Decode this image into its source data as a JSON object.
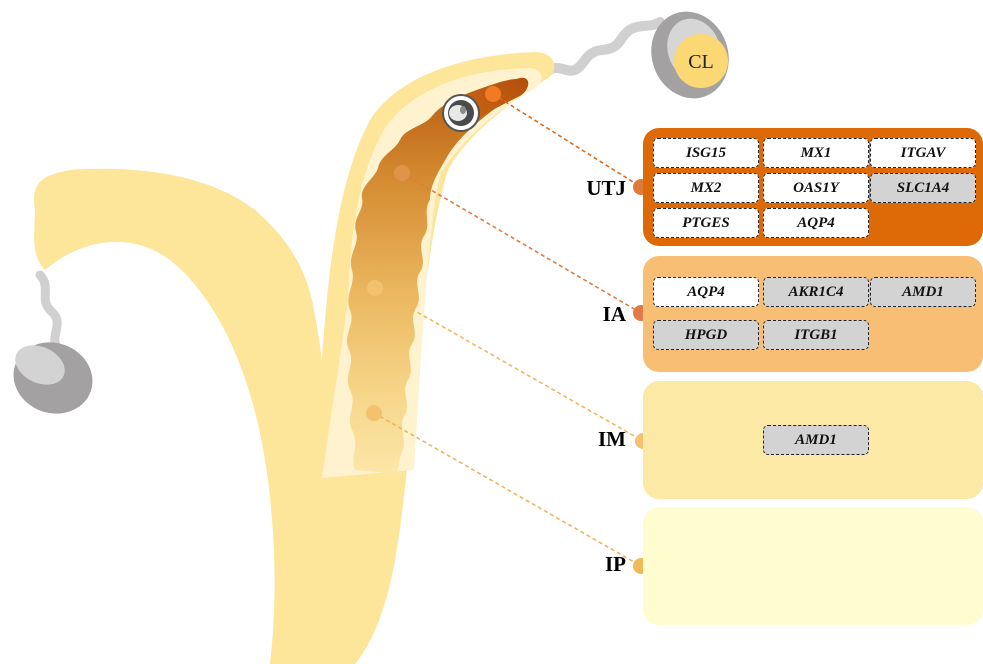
{
  "corpus_luteum_label": "CL",
  "regions": [
    {
      "id": "utj",
      "label": "UTJ",
      "color": "#DD6A06",
      "genes": [
        {
          "name": "ISG15",
          "regulation": "up"
        },
        {
          "name": "MX1",
          "regulation": "up"
        },
        {
          "name": "ITGAV",
          "regulation": "up"
        },
        {
          "name": "MX2",
          "regulation": "up"
        },
        {
          "name": "OAS1Y",
          "regulation": "up"
        },
        {
          "name": "SLC1A4",
          "regulation": "down"
        },
        {
          "name": "PTGES",
          "regulation": "up"
        },
        {
          "name": "AQP4",
          "regulation": "up"
        }
      ]
    },
    {
      "id": "ia",
      "label": "IA",
      "color": "#F8BE74",
      "genes": [
        {
          "name": "AQP4",
          "regulation": "up"
        },
        {
          "name": "AKR1C4",
          "regulation": "down"
        },
        {
          "name": "AMD1",
          "regulation": "down"
        },
        {
          "name": "HPGD",
          "regulation": "down"
        },
        {
          "name": "ITGB1",
          "regulation": "down"
        }
      ]
    },
    {
      "id": "im",
      "label": "IM",
      "color": "#FDE9A6",
      "genes": [
        {
          "name": "AMD1",
          "regulation": "down"
        }
      ]
    },
    {
      "id": "ip",
      "label": "IP",
      "color": "#FFFCD0",
      "genes": []
    }
  ],
  "colors": {
    "uterus": "#FDE59A",
    "ovary": "#A3A1A1",
    "oviduct": "#CFCFCF",
    "connector_utj": "#E0691A",
    "connector_ia": "#E47B3D",
    "connector_im": "#F0B75C",
    "connector_ip": "#EDB45A",
    "up_fill": "#FFFFFF",
    "down_fill": "#D3D3D3"
  }
}
